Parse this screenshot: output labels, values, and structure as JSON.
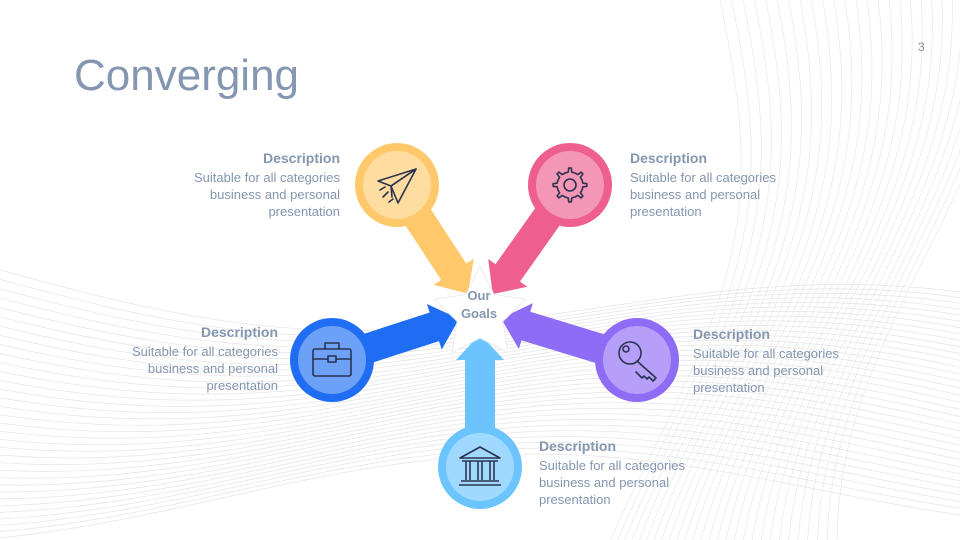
{
  "slide": {
    "title": "Converging",
    "page_number": "3"
  },
  "center": {
    "label": "Our\nGoals"
  },
  "items": [
    {
      "heading": "Description",
      "body": "Suitable for all categories\nbusiness and personal\npresentation",
      "icon": "paper-plane-icon",
      "color": "#ffc96b"
    },
    {
      "heading": "Description",
      "body": "Suitable for all categories\nbusiness and personal\npresentation",
      "icon": "gear-icon",
      "color": "#ee5f8f"
    },
    {
      "heading": "Description",
      "body": "Suitable for all categories\nbusiness and personal\npresentation",
      "icon": "key-icon",
      "color": "#8e6cf6"
    },
    {
      "heading": "Description",
      "body": "Suitable for all categories\nbusiness and personal\npresentation",
      "icon": "bank-icon",
      "color": "#6cc4ff"
    },
    {
      "heading": "Description",
      "body": "Suitable for all categories\nbusiness and personal\npresentation",
      "icon": "briefcase-icon",
      "color": "#1f6df2"
    }
  ]
}
